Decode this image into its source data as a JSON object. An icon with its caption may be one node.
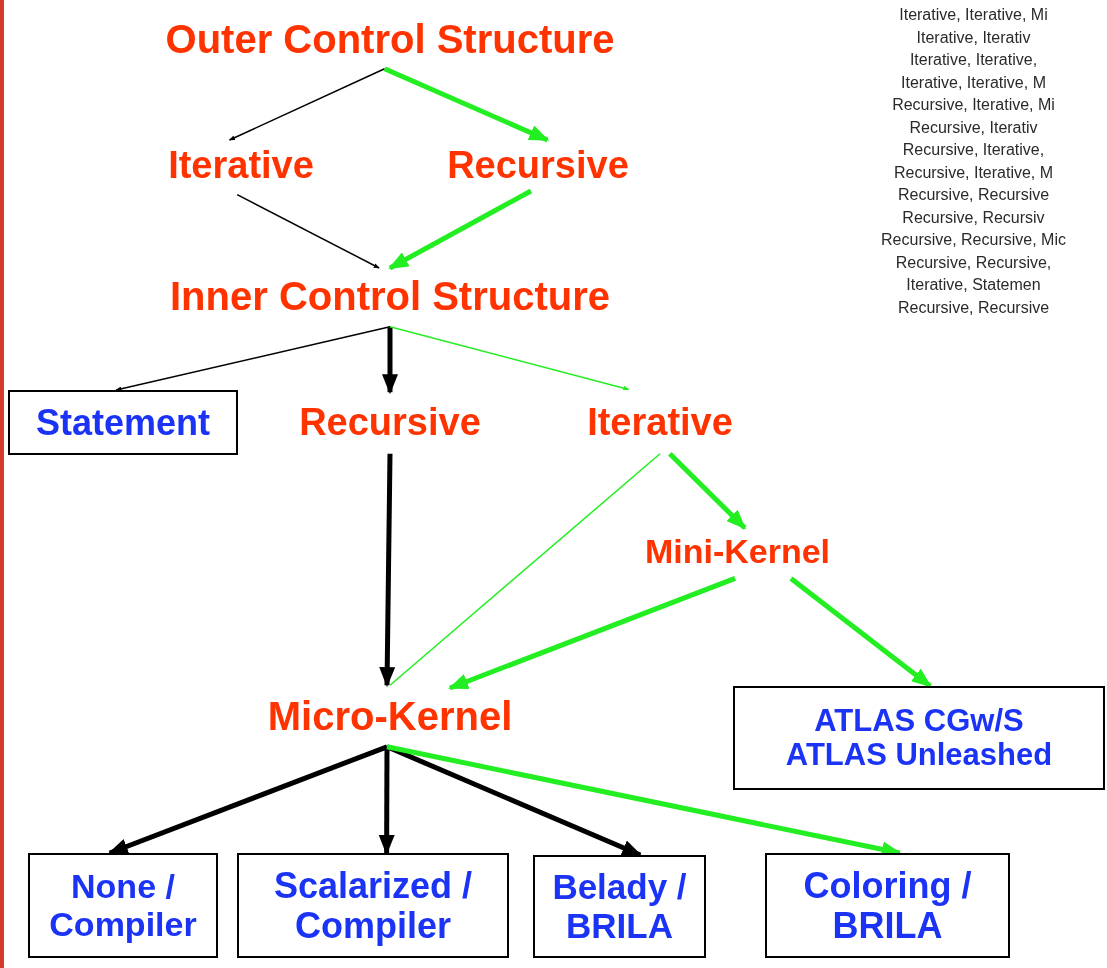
{
  "diagram": {
    "nodes": [
      {
        "text": [
          "Outer Control Structure"
        ]
      },
      {
        "text": [
          "Iterative"
        ]
      },
      {
        "text": [
          "Recursive"
        ]
      },
      {
        "text": [
          "Inner Control Structure"
        ]
      },
      {
        "text": [
          "Statement"
        ]
      },
      {
        "text": [
          "Recursive"
        ]
      },
      {
        "text": [
          "Iterative"
        ]
      },
      {
        "text": [
          "Mini-Kernel"
        ]
      },
      {
        "text": [
          "Micro-Kernel"
        ]
      },
      {
        "text": [
          "ATLAS CGw/S",
          "ATLAS Unleashed"
        ]
      },
      {
        "text": [
          "None / Compiler"
        ]
      },
      {
        "text": [
          "Scalarized / Compiler"
        ]
      },
      {
        "text": [
          "Belady / BRILA"
        ]
      },
      {
        "text": [
          "Coloring / BRILA"
        ]
      }
    ],
    "edges": [
      {
        "from": 0,
        "to": 1,
        "arrow": "to"
      },
      {
        "from": 0,
        "to": 2,
        "arrow": "to",
        "color": "#22ee22"
      },
      {
        "from": 1,
        "to": 3,
        "arrow": "to"
      },
      {
        "from": 2,
        "to": 3,
        "arrow": "to",
        "color": "#22ee22"
      },
      {
        "from": 3,
        "to": 4,
        "arrow": "to"
      },
      {
        "from": 3,
        "to": 5,
        "arrow": "to"
      },
      {
        "from": 3,
        "to": 6,
        "arrow": "to",
        "color": "#22ee22"
      },
      {
        "from": 5,
        "to": 8,
        "arrow": "to"
      },
      {
        "from": 6,
        "to": 8,
        "arrow": "none",
        "color": "#22ee22"
      },
      {
        "from": 6,
        "to": 7,
        "arrow": "to",
        "color": "#22ee22"
      },
      {
        "from": 7,
        "to": 8,
        "arrow": "to",
        "color": "#22ee22"
      },
      {
        "from": 7,
        "to": 9,
        "arrow": "to",
        "color": "#22ee22"
      },
      {
        "from": 8,
        "to": 10,
        "arrow": "to"
      },
      {
        "from": 8,
        "to": 11,
        "arrow": "to"
      },
      {
        "from": 8,
        "to": 12,
        "arrow": "to"
      },
      {
        "from": 8,
        "to": 13,
        "arrow": "to",
        "color": "#22ee22"
      }
    ],
    "labels": [
      "Iterative, Iterative, Mi",
      "Iterative, Iterativ",
      "Iterative, Iterative,",
      "Iterative, Iterative, M",
      "Recursive, Iterative, Mi",
      "Recursive, Iterativ",
      "Recursive, Iterative,",
      "Recursive, Iterative, M",
      "Recursive, Recursive",
      "Recursive, Recursiv",
      "Recursive, Recursive, Mic",
      "Recursive, Recursive,",
      "Iterative, Statemen",
      "Recursive, Recursive"
    ]
  }
}
